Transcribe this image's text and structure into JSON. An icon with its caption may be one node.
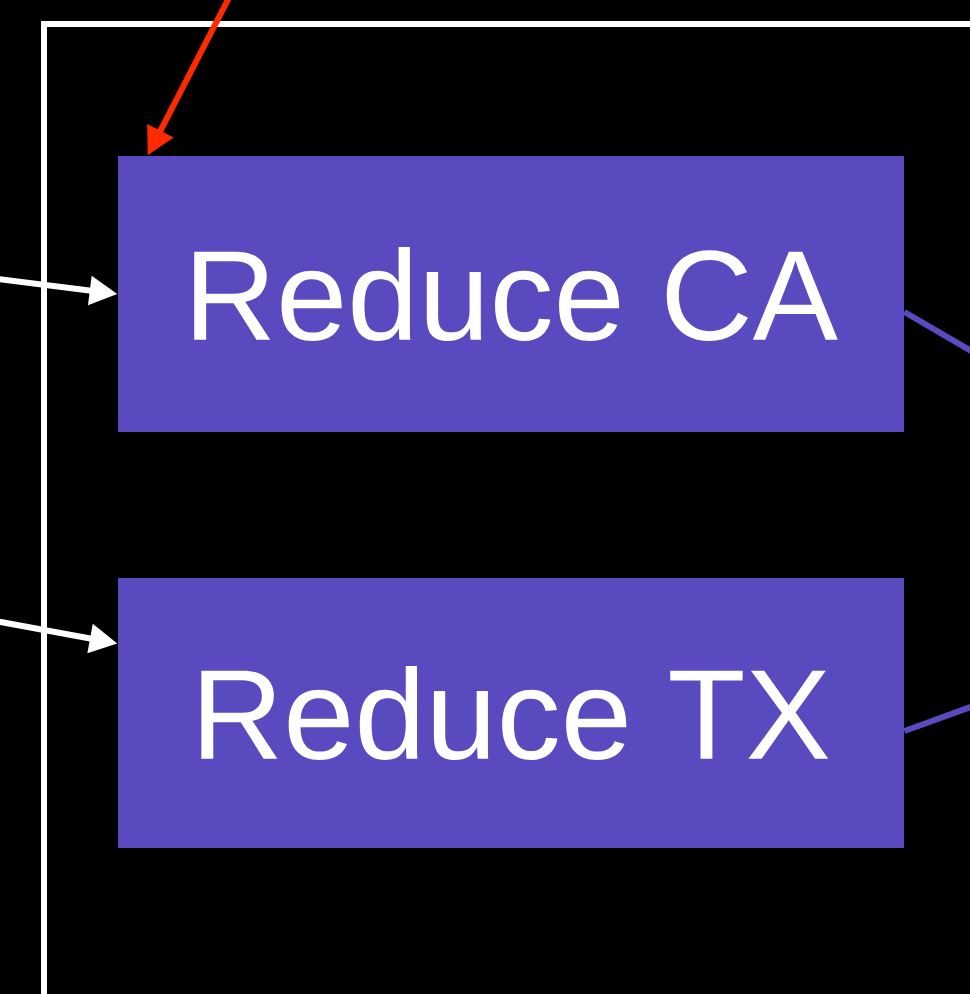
{
  "diagram": {
    "nodes": [
      {
        "text": [],
        "shape": "box"
      },
      {
        "text": [
          "Reduce CA"
        ],
        "in": 0
      },
      {
        "text": [
          "Reduce TX"
        ],
        "in": 0
      }
    ],
    "edges": [
      {
        "from": null,
        "to": 1,
        "arrow": "to",
        "color": "#ff2a00"
      },
      {
        "from": null,
        "to": 1,
        "arrow": "to"
      },
      {
        "from": null,
        "to": 2,
        "arrow": "to"
      },
      {
        "from": 1,
        "to": null,
        "arrow": "none",
        "color": "#5a4abf"
      },
      {
        "from": 2,
        "to": null,
        "arrow": "none",
        "color": "#5a4abf"
      }
    ]
  }
}
